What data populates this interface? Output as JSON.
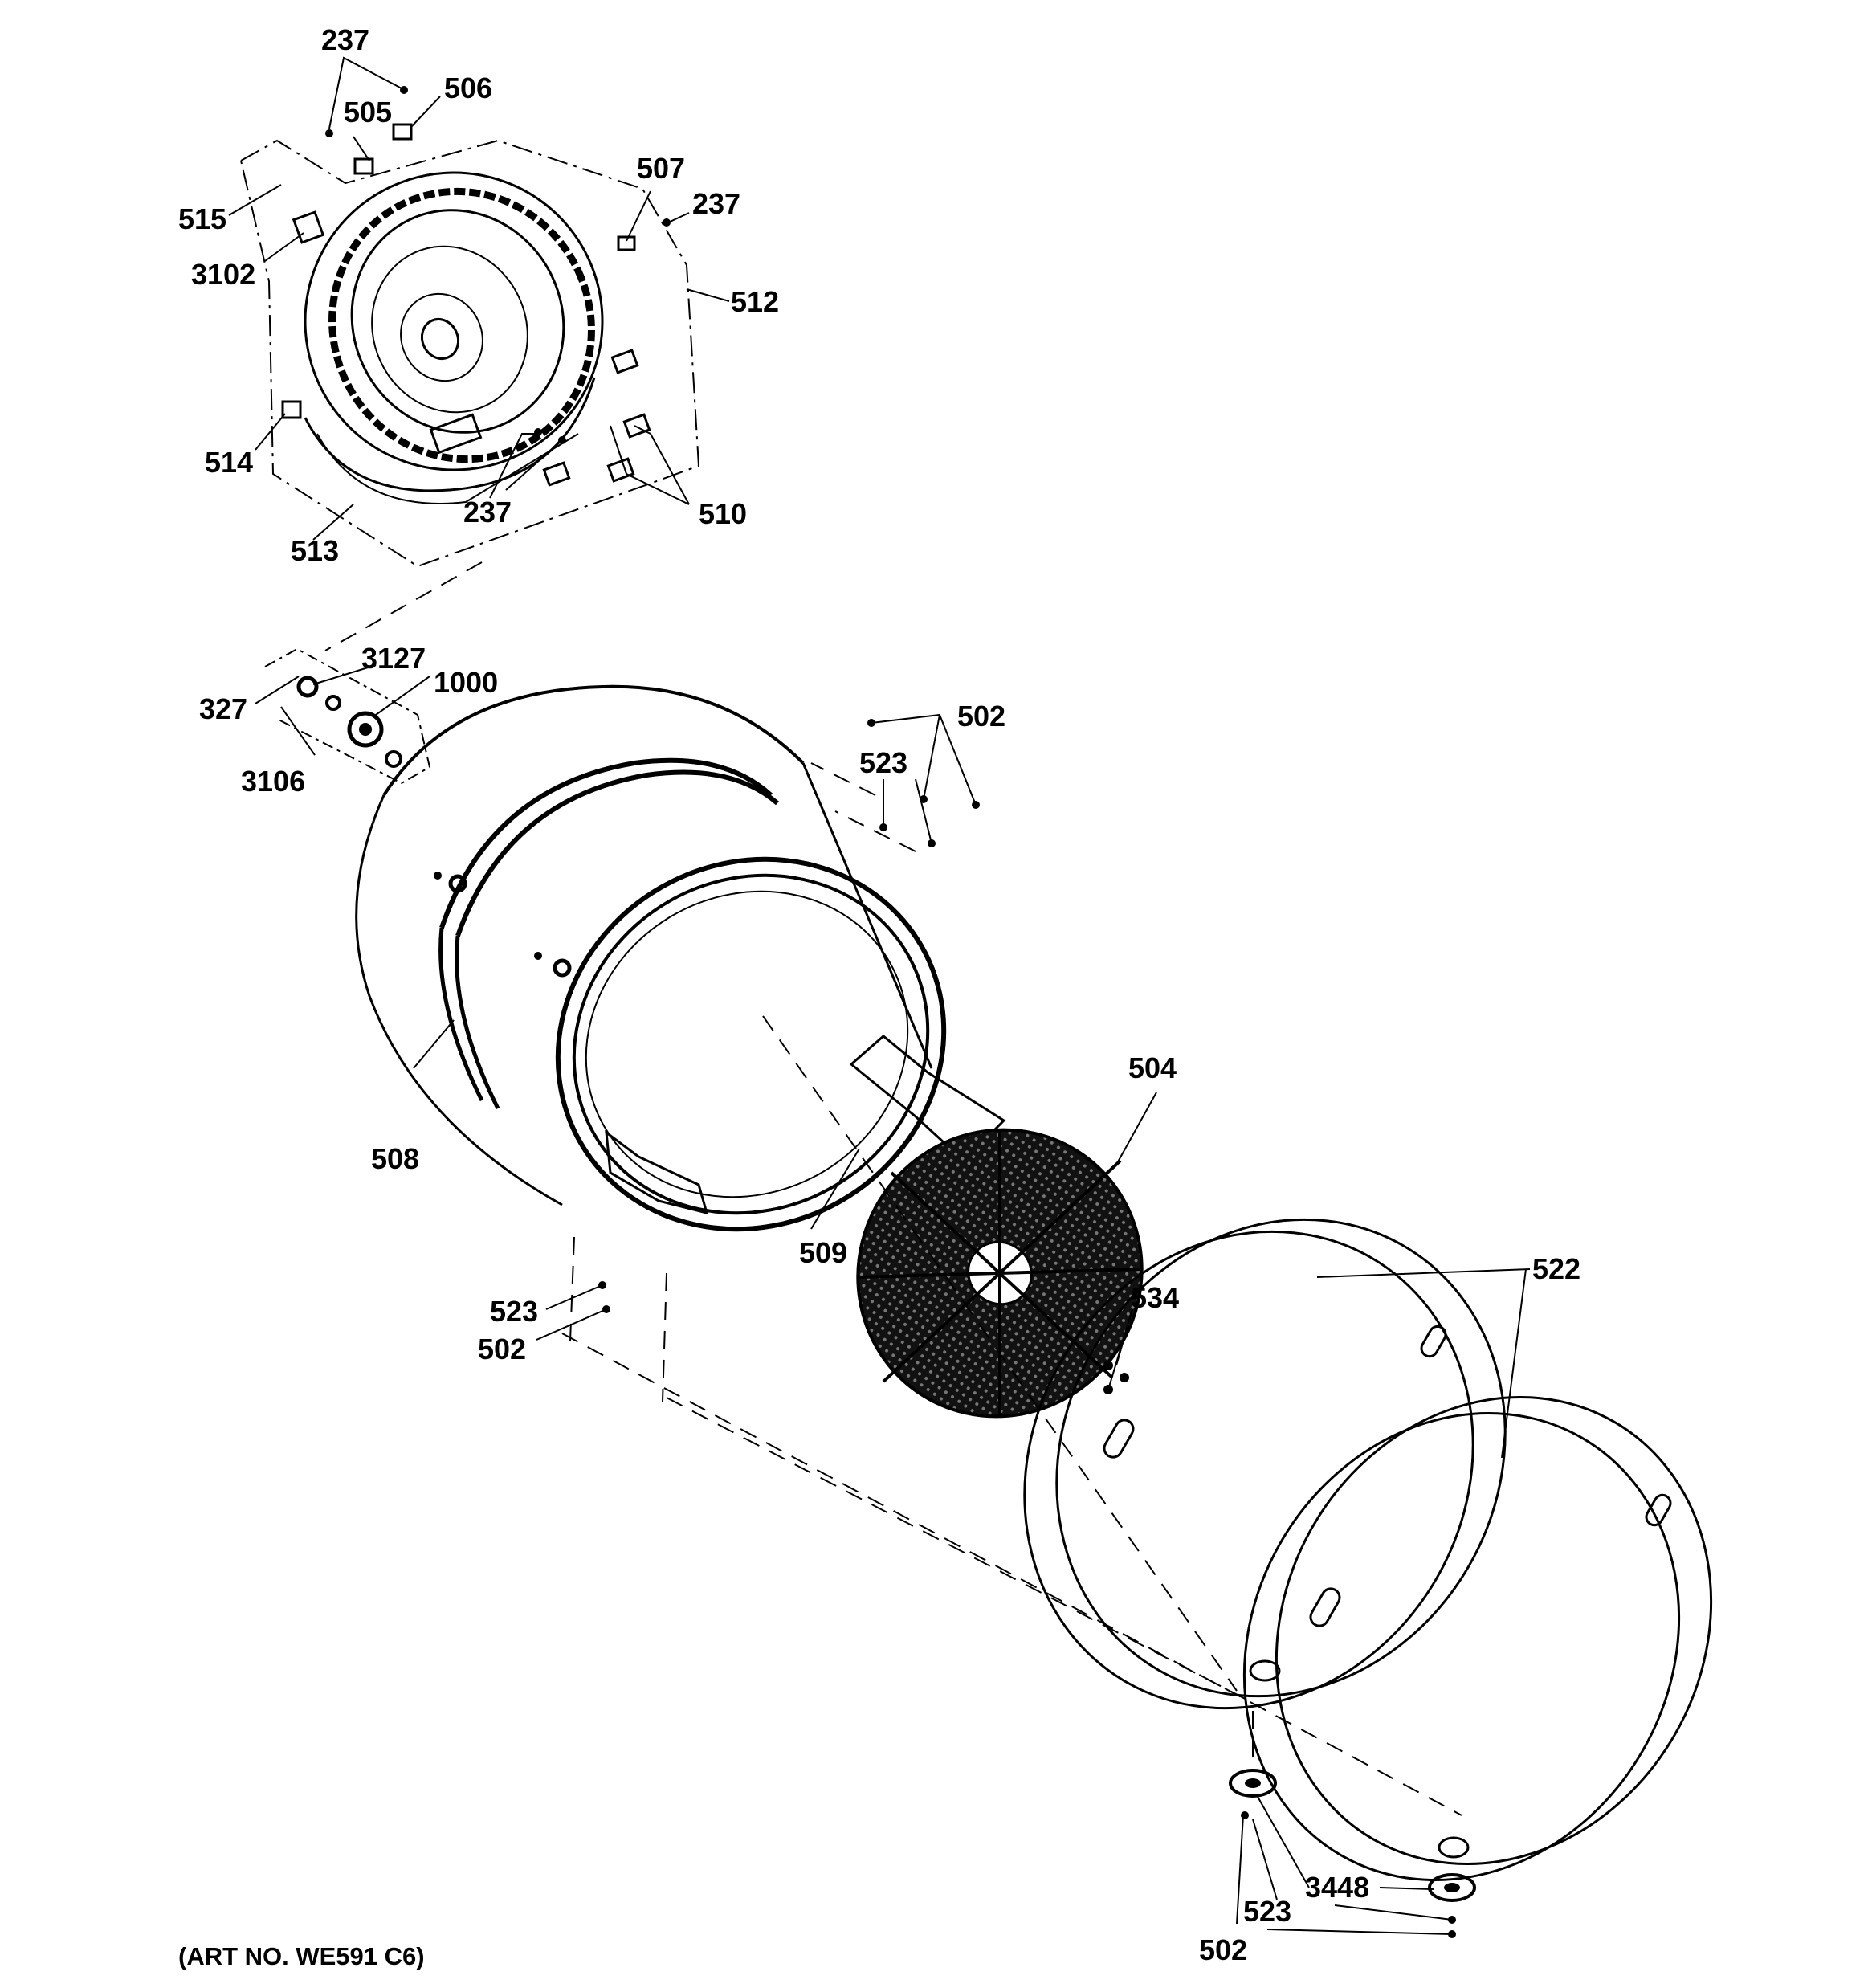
{
  "diagram": {
    "art_number": "(ART NO. WE591 C6)",
    "callouts": [
      {
        "id": "c237a",
        "label": "237"
      },
      {
        "id": "c505",
        "label": "505"
      },
      {
        "id": "c506",
        "label": "506"
      },
      {
        "id": "c515",
        "label": "515"
      },
      {
        "id": "c3102",
        "label": "3102"
      },
      {
        "id": "c507",
        "label": "507"
      },
      {
        "id": "c237b",
        "label": "237"
      },
      {
        "id": "c512",
        "label": "512"
      },
      {
        "id": "c514",
        "label": "514"
      },
      {
        "id": "c513",
        "label": "513"
      },
      {
        "id": "c237c",
        "label": "237"
      },
      {
        "id": "c510",
        "label": "510"
      },
      {
        "id": "c3127",
        "label": "3127"
      },
      {
        "id": "c1000",
        "label": "1000"
      },
      {
        "id": "c327",
        "label": "327"
      },
      {
        "id": "c3106",
        "label": "3106"
      },
      {
        "id": "c502a",
        "label": "502"
      },
      {
        "id": "c523a",
        "label": "523"
      },
      {
        "id": "c508",
        "label": "508"
      },
      {
        "id": "c504",
        "label": "504"
      },
      {
        "id": "c509",
        "label": "509"
      },
      {
        "id": "c534",
        "label": "534"
      },
      {
        "id": "c522",
        "label": "522"
      },
      {
        "id": "c523b",
        "label": "523"
      },
      {
        "id": "c502b",
        "label": "502"
      },
      {
        "id": "c3448",
        "label": "3448"
      },
      {
        "id": "c523c",
        "label": "523"
      },
      {
        "id": "c502c",
        "label": "502"
      }
    ]
  }
}
